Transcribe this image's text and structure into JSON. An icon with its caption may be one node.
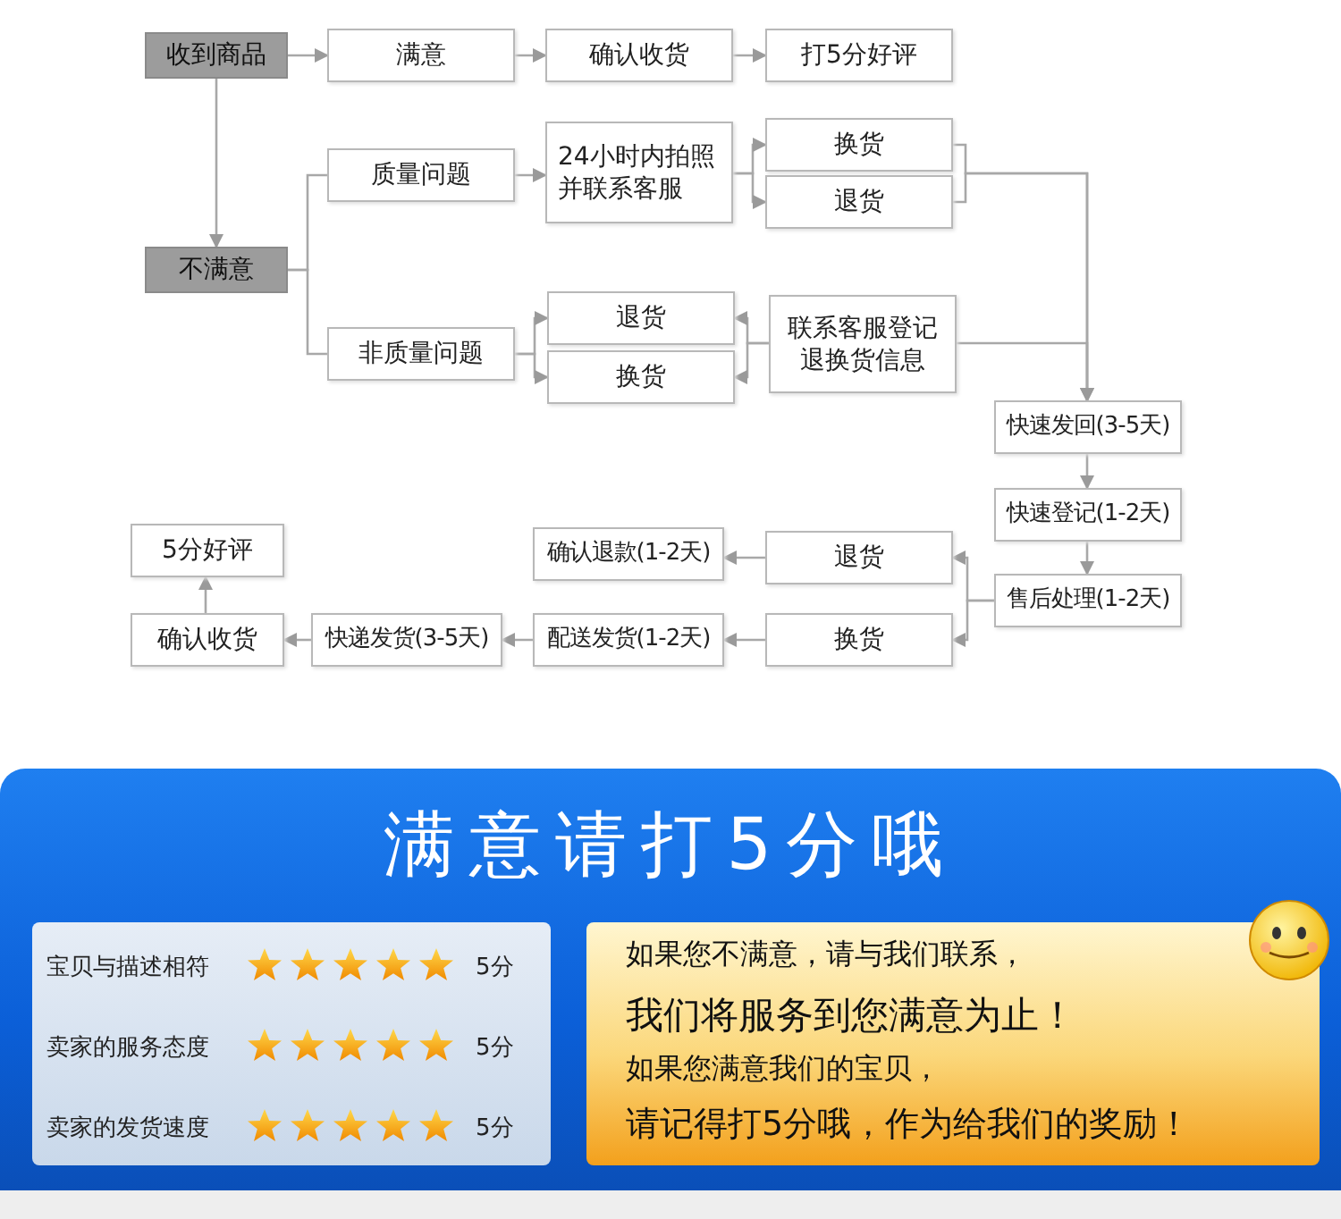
{
  "diagram": {
    "nodes": [
      {
        "text": [
          "收到商品"
        ]
      },
      {
        "text": [
          "满意"
        ]
      },
      {
        "text": [
          "确认收货"
        ]
      },
      {
        "text": [
          "打5分好评"
        ]
      },
      {
        "text": [
          "不满意"
        ]
      },
      {
        "text": [
          "质量问题"
        ]
      },
      {
        "text": [
          "24小时内拍照并联系客服"
        ]
      },
      {
        "text": [
          "换货"
        ]
      },
      {
        "text": [
          "退货"
        ]
      },
      {
        "text": [
          "非质量问题"
        ]
      },
      {
        "text": [
          "退货"
        ]
      },
      {
        "text": [
          "换货"
        ]
      },
      {
        "text": [
          "联系客服登记退换货信息"
        ]
      },
      {
        "text": [
          "快速发回(3-5天)"
        ]
      },
      {
        "text": [
          "快速登记(1-2天)"
        ]
      },
      {
        "text": [
          "售后处理(1-2天)"
        ]
      },
      {
        "text": [
          "退货"
        ]
      },
      {
        "text": [
          "换货"
        ]
      },
      {
        "text": [
          "确认退款(1-2天)"
        ]
      },
      {
        "text": [
          "配送发货(1-2天)"
        ]
      },
      {
        "text": [
          "快递发货(3-5天)"
        ]
      },
      {
        "text": [
          "确认收货"
        ]
      },
      {
        "text": [
          "5分好评"
        ]
      },
      {
        "text": [
          "宝贝与描述相符",
          "5分",
          "卖家的服务态度",
          "5分",
          "卖家的发货速度",
          "5分"
        ]
      },
      {
        "text": [
          "如果您不满意，请与我们联系，",
          "我们将服务到您满意为止！",
          "如果您满意我们的宝贝，",
          "请记得打5分哦，作为给我们的奖励！"
        ]
      }
    ],
    "edges": [
      {
        "from": 0,
        "to": 1,
        "arrow": "to"
      },
      {
        "from": 1,
        "to": 2,
        "arrow": "to"
      },
      {
        "from": 2,
        "to": 3,
        "arrow": "to"
      },
      {
        "from": 0,
        "to": 4,
        "arrow": "to"
      },
      {
        "from": 4,
        "to": 5,
        "arrow": "none"
      },
      {
        "from": 4,
        "to": 9,
        "arrow": "none"
      },
      {
        "from": 5,
        "to": 6,
        "arrow": "to"
      },
      {
        "from": 6,
        "to": 7,
        "arrow": "to"
      },
      {
        "from": 6,
        "to": 8,
        "arrow": "to"
      },
      {
        "from": 7,
        "to": 13,
        "arrow": "to"
      },
      {
        "from": 8,
        "to": 13,
        "arrow": "to"
      },
      {
        "from": 9,
        "to": 10,
        "arrow": "to"
      },
      {
        "from": 9,
        "to": 11,
        "arrow": "to"
      },
      {
        "from": 12,
        "to": 10,
        "arrow": "to"
      },
      {
        "from": 12,
        "to": 11,
        "arrow": "to"
      },
      {
        "from": 12,
        "to": 13,
        "arrow": "to"
      },
      {
        "from": 13,
        "to": 14,
        "arrow": "to"
      },
      {
        "from": 14,
        "to": 15,
        "arrow": "to"
      },
      {
        "from": 15,
        "to": 16,
        "arrow": "to"
      },
      {
        "from": 15,
        "to": 17,
        "arrow": "to"
      },
      {
        "from": 16,
        "to": 18,
        "arrow": "to"
      },
      {
        "from": 17,
        "to": 19,
        "arrow": "to"
      },
      {
        "from": 19,
        "to": 20,
        "arrow": "to"
      },
      {
        "from": 20,
        "to": 21,
        "arrow": "to"
      },
      {
        "from": 21,
        "to": 22,
        "arrow": "to"
      }
    ],
    "labels": [
      "满意请打5分哦"
    ]
  }
}
